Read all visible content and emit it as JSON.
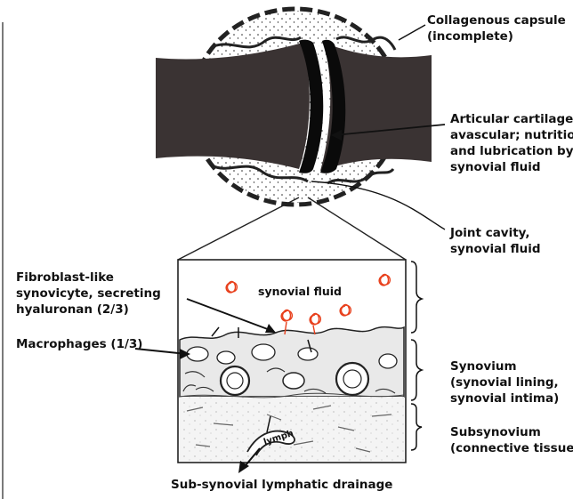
{
  "labels": {
    "capsule": [
      "Collagenous capsule",
      "(incomplete)"
    ],
    "cartilage": [
      "Articular cartilage,",
      "avascular; nutrition",
      "and lubrication by",
      "synovial fluid"
    ],
    "cavity": [
      "Joint cavity,",
      "synovial fluid"
    ],
    "fibroblast": [
      "Fibroblast-like",
      "synovicyte, secreting",
      "hyaluronan (2/3)"
    ],
    "macrophages": "Macrophages (1/3)",
    "synovium": [
      "Synovium",
      "(synovial lining,",
      "synovial intima)"
    ],
    "subsynovium": [
      "Subsynovium",
      "(connective tissue)"
    ],
    "fluid_inset": "synovial fluid",
    "lymph": "lymph",
    "drainage": "Sub-synovial lymphatic drainage"
  },
  "colors": {
    "ink": "#111111",
    "bone": "#3a3333",
    "hyaluronan": "#e8401c",
    "tissue": "#f2f2f2"
  }
}
